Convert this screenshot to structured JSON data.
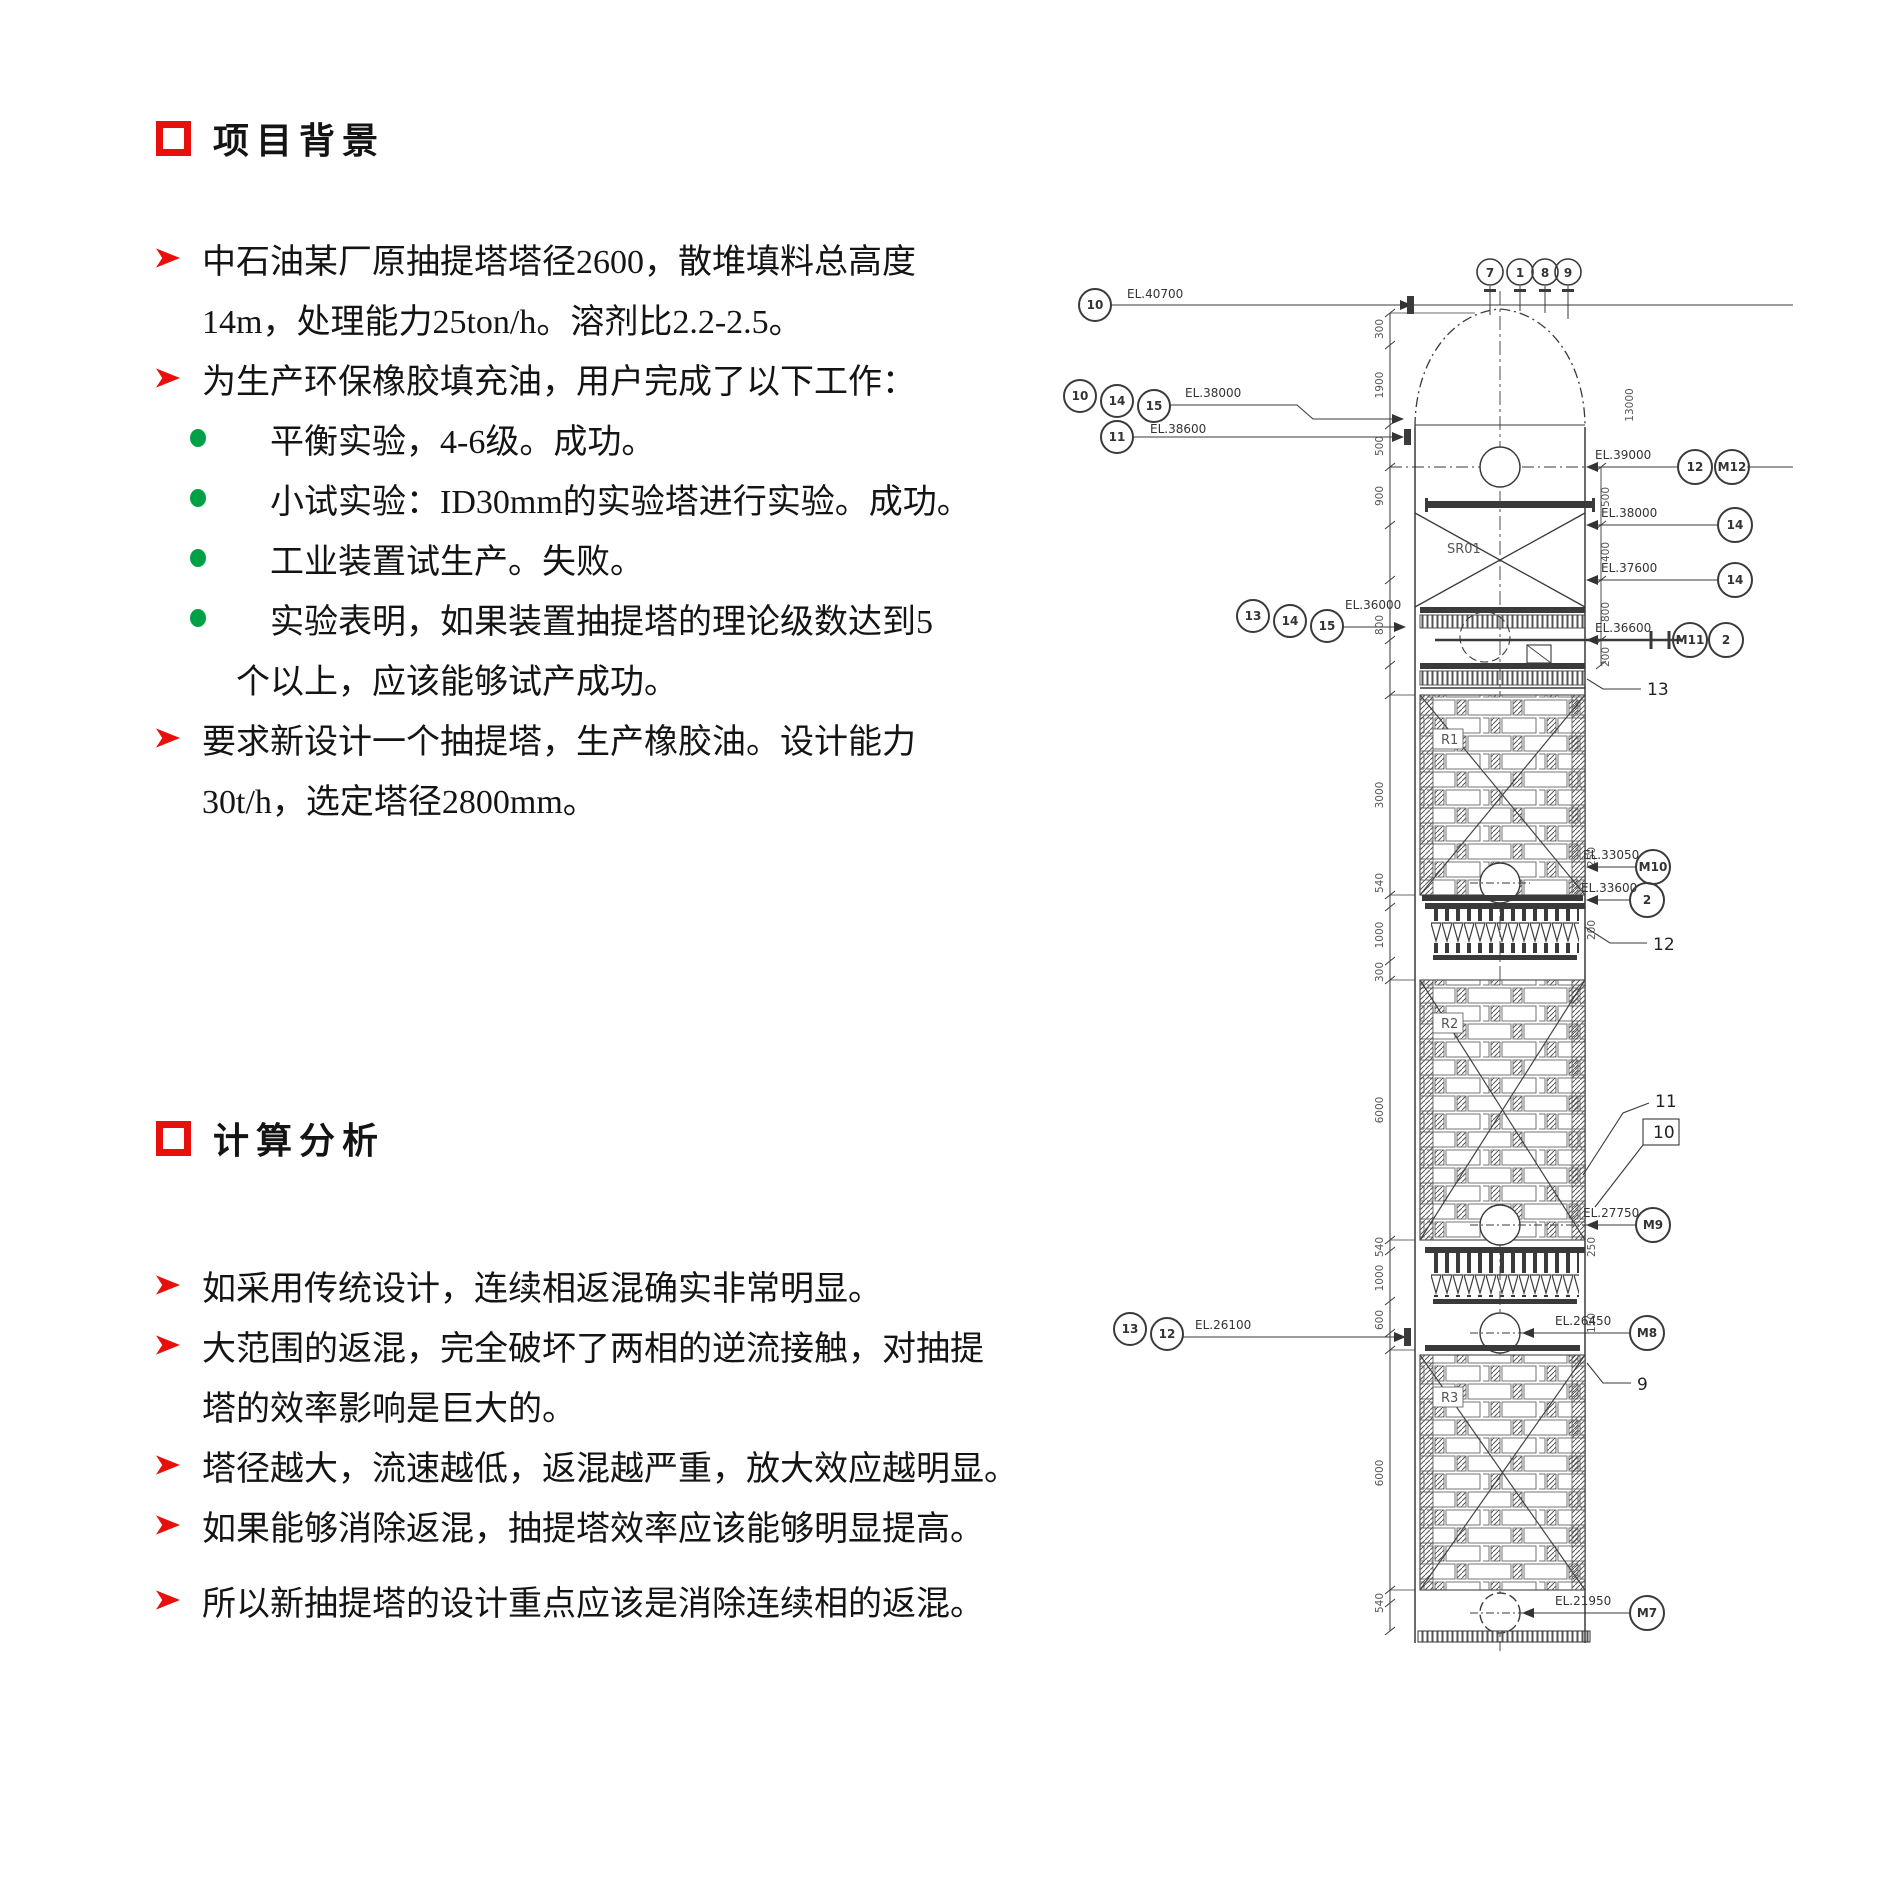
{
  "page": {
    "bg": "#ffffff"
  },
  "colors": {
    "accent_red": "#e8100c",
    "bullet_green": "#00a046",
    "text": "#141414",
    "drawing_ink": "#3a3a3a"
  },
  "background_section": {
    "title": "项目背景",
    "lines": [
      {
        "marker": "arrow",
        "text": "中石油某厂原抽提塔塔径2600，散堆填料总高度"
      },
      {
        "marker": "none",
        "text": "14m，处理能力25ton/h。溶剂比2.2-2.5。"
      },
      {
        "marker": "arrow",
        "text": "为生产环保橡胶填充油，用户完成了以下工作："
      },
      {
        "marker": "dot",
        "text": "平衡实验，4-6级。成功。"
      },
      {
        "marker": "dot",
        "text": "小试实验：ID30mm的实验塔进行实验。成功。"
      },
      {
        "marker": "dot",
        "text": "工业装置试生产。失败。"
      },
      {
        "marker": "dot",
        "text": "实验表明，如果装置抽提塔的理论级数达到5"
      },
      {
        "marker": "none",
        "text": "个以上，应该能够试产成功。"
      },
      {
        "marker": "arrow",
        "text": "要求新设计一个抽提塔，生产橡胶油。设计能力"
      },
      {
        "marker": "none",
        "text": "30t/h，选定塔径2800mm。"
      }
    ]
  },
  "analysis_section": {
    "title": "计算分析",
    "lines": [
      {
        "marker": "arrow",
        "text": "如采用传统设计，连续相返混确实非常明显。"
      },
      {
        "marker": "arrow",
        "text": "大范围的返混，完全破坏了两相的逆流接触，对抽提"
      },
      {
        "marker": "none",
        "text": "塔的效率影响是巨大的。"
      },
      {
        "marker": "arrow",
        "text": "塔径越大，流速越低，返混越严重，放大效应越明显。"
      },
      {
        "marker": "arrow",
        "text": "如果能够消除返混，抽提塔效率应该能够明显提高。"
      },
      {
        "marker": "arrow",
        "text": "所以新抽提塔的设计重点应该是消除连续相的返混。"
      }
    ]
  },
  "drawing": {
    "top_nozzles": [
      "7",
      "1",
      "8",
      "9"
    ],
    "left_callouts": [
      {
        "el": "EL.40700",
        "tags": [
          "10"
        ]
      },
      {
        "el": "EL.38000",
        "tags": [
          "10",
          "14",
          "15"
        ]
      },
      {
        "el": "EL.38600",
        "tags": [
          "11"
        ]
      },
      {
        "el": "EL.36000",
        "tags": [
          "13",
          "14",
          "15"
        ]
      },
      {
        "el": "EL.26100",
        "tags": [
          "13",
          "12"
        ]
      }
    ],
    "right_callouts": [
      {
        "el": "EL.39000",
        "tags": [
          "12",
          "M12"
        ]
      },
      {
        "el": "EL.38000",
        "tags": [
          "14"
        ]
      },
      {
        "el": "EL.37600",
        "tags": [
          "14"
        ]
      },
      {
        "el": "EL.36600",
        "tags": [
          "M11",
          "2"
        ]
      },
      {
        "el": "EL.33050",
        "tags": [
          "M10"
        ]
      },
      {
        "el": "EL.33600",
        "tags": [
          "2"
        ]
      },
      {
        "el": "EL.27750",
        "tags": [
          "M9"
        ]
      },
      {
        "el": "EL.26450",
        "tags": [
          "M8"
        ]
      },
      {
        "el": "EL.21950",
        "tags": [
          "M7"
        ]
      }
    ],
    "item_labels": {
      "collector": "13",
      "distributor": "12",
      "support": "11",
      "grid": "10",
      "bed_limiter": "9"
    },
    "bed_labels": [
      "R1",
      "R2",
      "R3"
    ],
    "section_label": "SR01",
    "dims_left": [
      "300",
      "1900",
      "500",
      "900",
      "800",
      "3000",
      "540",
      "1000",
      "300",
      "6000",
      "540",
      "1000",
      "600",
      "6000",
      "540"
    ],
    "dims_right": [
      "13000",
      "500",
      "400",
      "800",
      "200",
      "250",
      "200",
      "250",
      "150"
    ]
  }
}
